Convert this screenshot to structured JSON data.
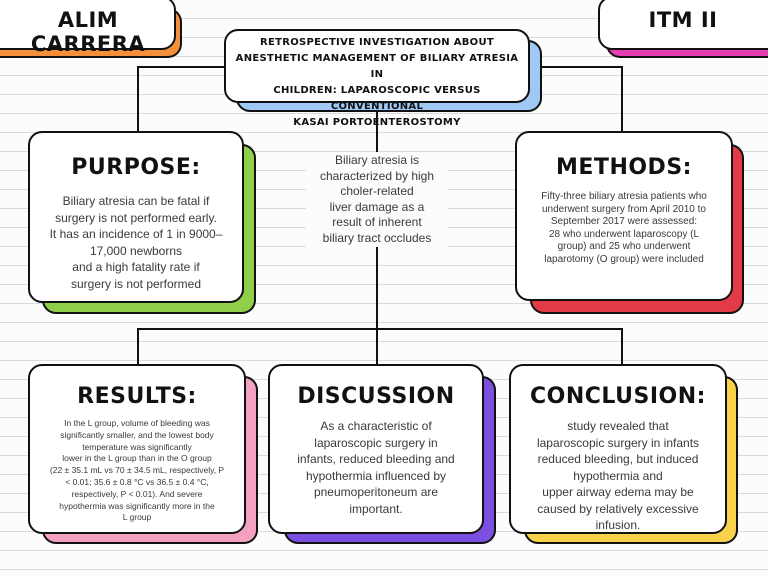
{
  "header": {
    "author": "ALIM CARRERA",
    "course": "ITM II",
    "title": "RETROSPECTIVE INVESTIGATION ABOUT\nANESTHETIC MANAGEMENT OF BILIARY ATRESIA IN\nCHILDREN: LAPAROSCOPIC VERSUS CONVENTIONAL\nKASAI PORTOENTEROSTOMY"
  },
  "center_note": "Biliary atresia is\ncharacterized by high\ncholer-related\nliver damage as a\nresult of inherent\nbiliary tract occludes",
  "sections": {
    "purpose": {
      "heading": "PURPOSE:",
      "text": "Biliary atresia can be fatal if\nsurgery is not performed early.\nIt has an incidence of 1 in 9000–\n17,000 newborns\nand a high fatality rate if\nsurgery is not performed"
    },
    "methods": {
      "heading": "METHODS:",
      "text": "Fifty-three biliary atresia patients who\nunderwent surgery from April 2010 to\nSeptember 2017 were assessed:\n28 who underwent laparoscopy (L\ngroup) and 25 who underwent\nlaparotomy (O group) were included"
    },
    "results": {
      "heading": "RESULTS:",
      "text": "In the L group, volume of bleeding was\nsignificantly smaller, and the lowest body\ntemperature was significantly\nlower in the L group than in the O group\n(22 ± 35.1 mL vs 70 ± 34.5 mL, respectively, P\n< 0.01; 35.6 ± 0.8 °C vs 36.5 ± 0.4 °C,\nrespectively, P < 0.01). And severe\nhypothermia was significantly more in the\nL group"
    },
    "discussion": {
      "heading": "DISCUSSION",
      "text": "As a characteristic of\nlaparoscopic surgery in\ninfants, reduced bleeding and\nhypothermia influenced by\npneumoperitoneum are\nimportant."
    },
    "conclusion": {
      "heading": "CONCLUSION:",
      "text": "study revealed that\nlaparoscopic surgery in infants\nreduced bleeding, but induced\nhypothermia and\nupper airway edema may be\ncaused by relatively excessive\ninfusion."
    }
  },
  "colors": {
    "author_shadow": "#f5903a",
    "course_shadow": "#e63fb6",
    "title_shadow": "#9fc8f5",
    "purpose_shadow": "#8fcf4a",
    "methods_shadow": "#e23a46",
    "results_shadow": "#f2a2c0",
    "discussion_shadow": "#7b4fe0",
    "conclusion_shadow": "#f7d24a"
  }
}
